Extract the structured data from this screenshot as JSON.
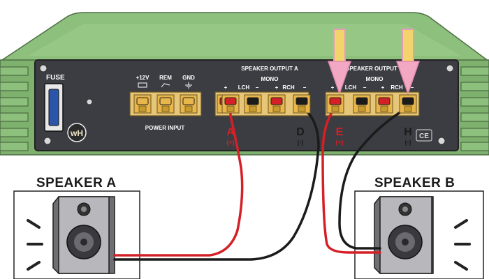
{
  "amplifier": {
    "fuse_label": "FUSE",
    "logo_text": "wH",
    "power": {
      "labels": [
        "+12V",
        "REM",
        "GND"
      ],
      "section_label": "POWER INPUT"
    },
    "output_a": {
      "title": "SPEAKER OUTPUT A",
      "mono_label": "MONO",
      "lch_label": "LCH",
      "rch_label": "RCH",
      "plus_sign": "+",
      "minus_sign": "−"
    },
    "output_b": {
      "title": "SPEAKER OUTPUT B",
      "mono_label": "MONO",
      "lch_label": "LCH",
      "rch_label": "RCH",
      "plus_sign": "+",
      "minus_sign": "−"
    },
    "terminals": [
      {
        "letter": "A",
        "polarity": "(+)",
        "color": "#d42027"
      },
      {
        "letter": "D",
        "polarity": "(-)",
        "color": "#1b1b1b"
      },
      {
        "letter": "E",
        "polarity": "(+)",
        "color": "#d42027"
      },
      {
        "letter": "H",
        "polarity": "(-)",
        "color": "#1b1b1b"
      }
    ],
    "ce_mark": "CE"
  },
  "speakers": [
    {
      "title": "SPEAKER A"
    },
    {
      "title": "SPEAKER B"
    }
  ],
  "colors": {
    "casing": "#8dc07c",
    "casing_dark": "#6f9d5f",
    "panel": "#3b3d42",
    "terminal_gold": "#e8b64a",
    "wire_red": "#d42027",
    "wire_black": "#1b1b1b",
    "arrow_pink": "#f2a7c2",
    "arrow_yellow": "#f3d36b"
  }
}
